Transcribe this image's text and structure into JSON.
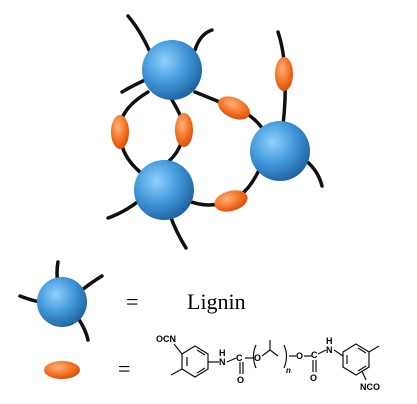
{
  "colors": {
    "sphere_light": "#8fd0ff",
    "sphere_mid": "#3f95d8",
    "sphere_dark": "#1e5f9c",
    "linker_light": "#ffb27a",
    "linker_mid": "#f26a1c",
    "linker_dark": "#c8470a",
    "chain": "#111111"
  },
  "legend": {
    "equals_1": "=",
    "lignin_label": "Lignin",
    "equals_2": "="
  },
  "chem": {
    "ocn": "OCN",
    "nh_left": "N",
    "h_left": "H",
    "c_left": "C",
    "o_carbonyl_left": "O",
    "paren_o_left": "O",
    "n_subscript": "n",
    "o_right": "O",
    "c_right": "C",
    "o_carbonyl_right": "O",
    "n_right": "N",
    "h_right": "H",
    "nco": "NCO"
  }
}
